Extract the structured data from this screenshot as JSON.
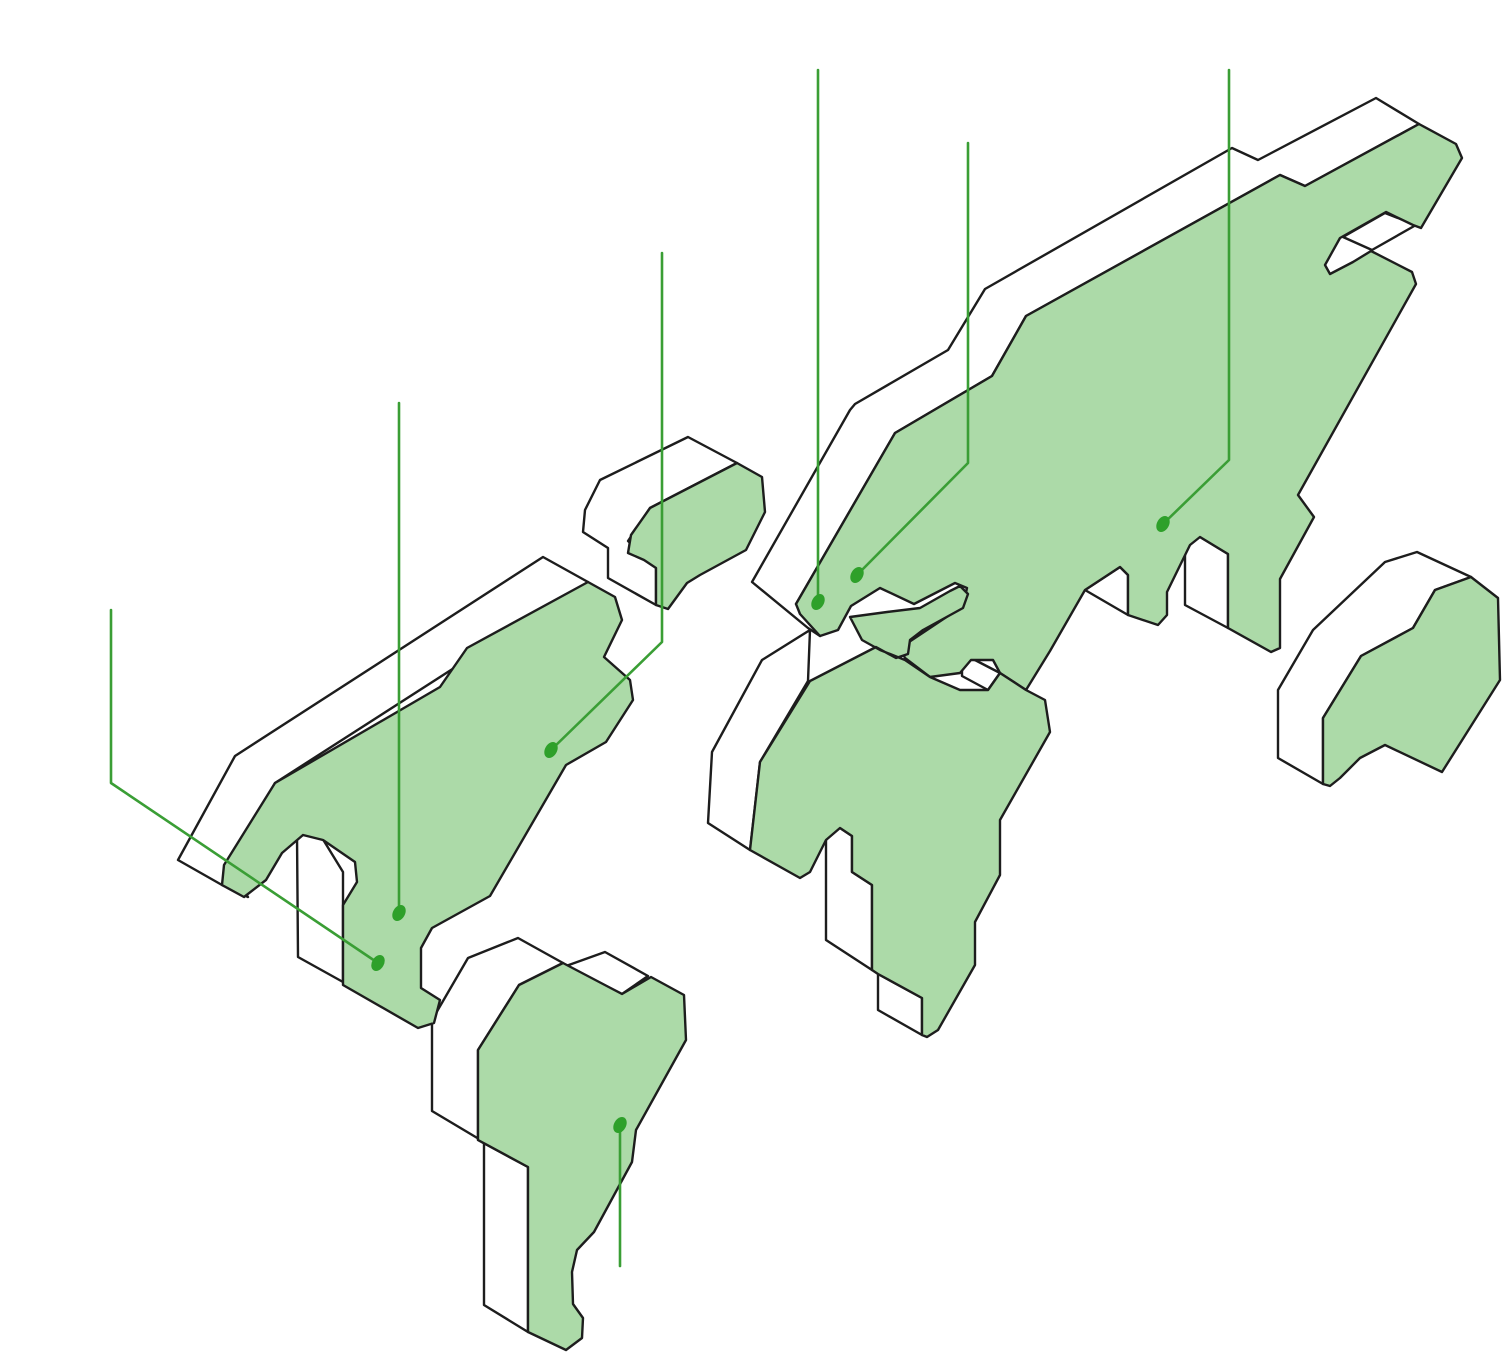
{
  "colors": {
    "background": "#ffffff",
    "land_fill": "#acdaa8",
    "outline": "#1d1d1d",
    "side_fill": "#ffffff",
    "marker": "#2ea02a",
    "leader_line": "#3a9e35"
  },
  "continents": [
    {
      "name": "north-america"
    },
    {
      "name": "greenland"
    },
    {
      "name": "south-america"
    },
    {
      "name": "eurasia"
    },
    {
      "name": "africa"
    },
    {
      "name": "australia"
    }
  ],
  "markers": [
    {
      "name": "marker-north-america-west"
    },
    {
      "name": "marker-north-america-central"
    },
    {
      "name": "marker-north-america-east"
    },
    {
      "name": "marker-south-america"
    },
    {
      "name": "marker-europe-west"
    },
    {
      "name": "marker-europe-central"
    },
    {
      "name": "marker-asia"
    }
  ]
}
